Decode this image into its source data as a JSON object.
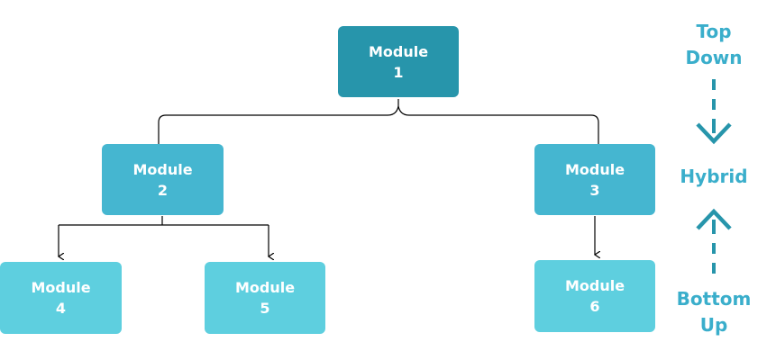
{
  "modules": [
    {
      "id": "m1",
      "line1": "Module",
      "line2": "1"
    },
    {
      "id": "m2",
      "line1": "Module",
      "line2": "2"
    },
    {
      "id": "m3",
      "line1": "Module",
      "line2": "3"
    },
    {
      "id": "m4",
      "line1": "Module",
      "line2": "4"
    },
    {
      "id": "m5",
      "line1": "Module",
      "line2": "5"
    },
    {
      "id": "m6",
      "line1": "Module",
      "line2": "6"
    }
  ],
  "legend": {
    "top_line1": "Top",
    "top_line2": "Down",
    "middle": "Hybrid",
    "bottom_line1": "Bottom",
    "bottom_line2": "Up"
  },
  "colors": {
    "level_1": "#2795ab",
    "level_2": "#45b6d0",
    "level_3": "#5ecfdf",
    "legend": "#3aaecb",
    "connector": "#000000"
  }
}
